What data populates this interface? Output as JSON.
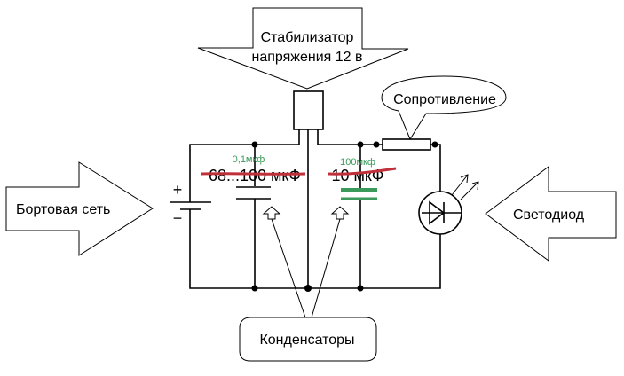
{
  "labels": {
    "stabilizer_line1": "Стабилизатор",
    "stabilizer_line2": "напряжения 12 в",
    "resistor": "Сопротивление",
    "onboard_network": "Бортовая сеть",
    "led": "Светодиод",
    "capacitors": "Конденсаторы"
  },
  "capacitor_values": {
    "c1_old": "68...100 мкФ",
    "c1_new": "0,1мкф",
    "c2_old": "10 мкФ",
    "c2_new": "100мкф"
  },
  "battery": {
    "plus": "+",
    "minus": "−"
  },
  "colors": {
    "strike": "#c0303a",
    "correction": "#3a9a5a"
  }
}
